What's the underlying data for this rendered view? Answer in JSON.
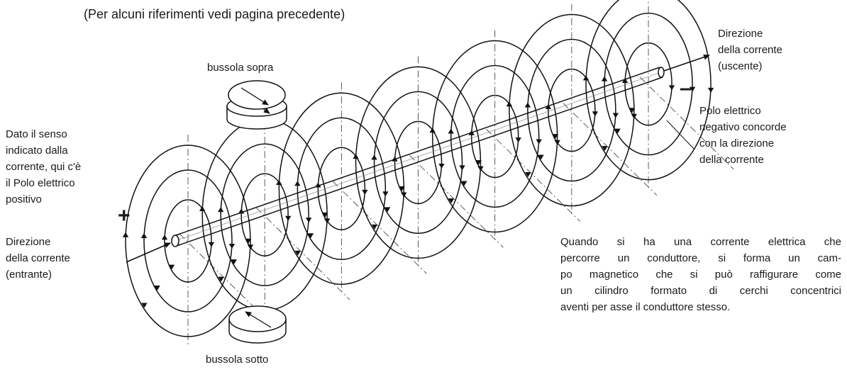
{
  "title": "(Per alcuni riferimenti vedi pagina precedente)",
  "labels": {
    "direction_out": [
      "Direzione",
      "della corrente",
      "(uscente)"
    ],
    "minus_sign": "–",
    "negative_pole": [
      "Polo elettrico",
      "negativo concorde",
      "con la direzione",
      "della corrente"
    ],
    "positive_pole": [
      "Dato il senso",
      "indicato dalla",
      "corrente, qui c'è",
      "il Polo elettrico",
      "positivo"
    ],
    "plus_sign": "+",
    "direction_in": [
      "Direzione",
      "della corrente",
      "(entrante)"
    ],
    "compass_top": "bussola sopra",
    "compass_bottom": "bussola sotto",
    "explanation": [
      "Quando si ha una corrente elettrica che",
      "percorre un conduttore, si forma un cam-",
      "po magnetico che si può raffigurare come",
      "un cilindro formato di cerchi concentrici",
      "aventi per asse il conduttore stesso."
    ]
  }
}
